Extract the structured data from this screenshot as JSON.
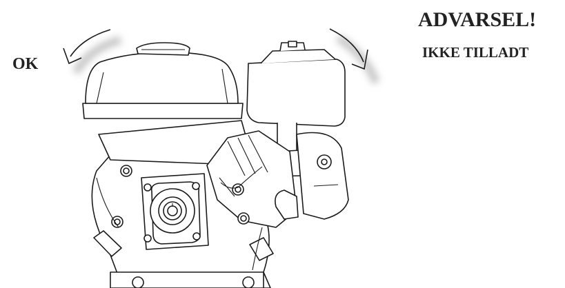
{
  "labels": {
    "ok": "OK",
    "warning_title": "ADVARSEL!",
    "warning_subtitle": "IKKE TILLADT"
  },
  "colors": {
    "text": "#222222",
    "line": "#1a1a1a",
    "shadow": "#c8c8c8",
    "background": "#ffffff"
  },
  "icons": {
    "ok_arrow": "curved-arrow-counterclockwise-icon",
    "warning_arrow": "curved-arrow-clockwise-icon"
  }
}
